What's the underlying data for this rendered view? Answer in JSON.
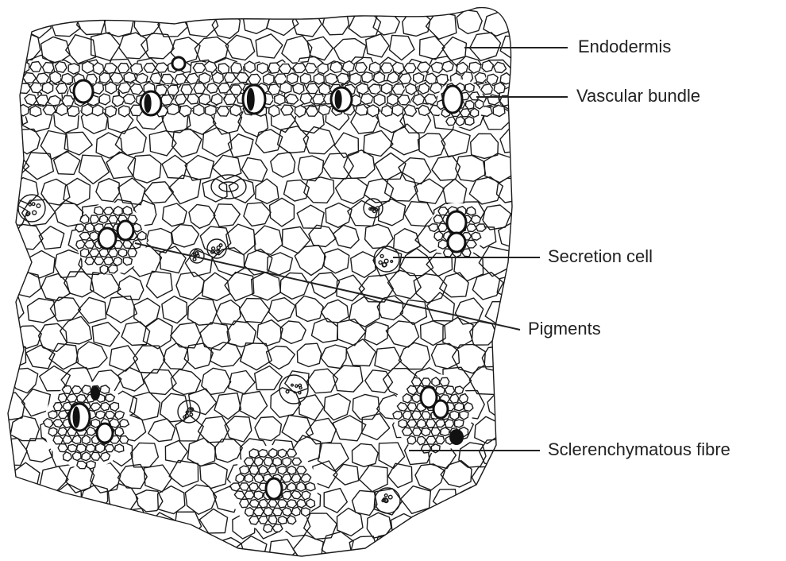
{
  "labels": [
    {
      "key": "endodermis",
      "text": "Endodermis"
    },
    {
      "key": "vascular",
      "text": "Vascular bundle"
    },
    {
      "key": "secretion",
      "text": "Secretion cell"
    },
    {
      "key": "pigments",
      "text": "Pigments"
    },
    {
      "key": "sclerenchyma",
      "text": "Sclerenchymatous fibre"
    }
  ]
}
